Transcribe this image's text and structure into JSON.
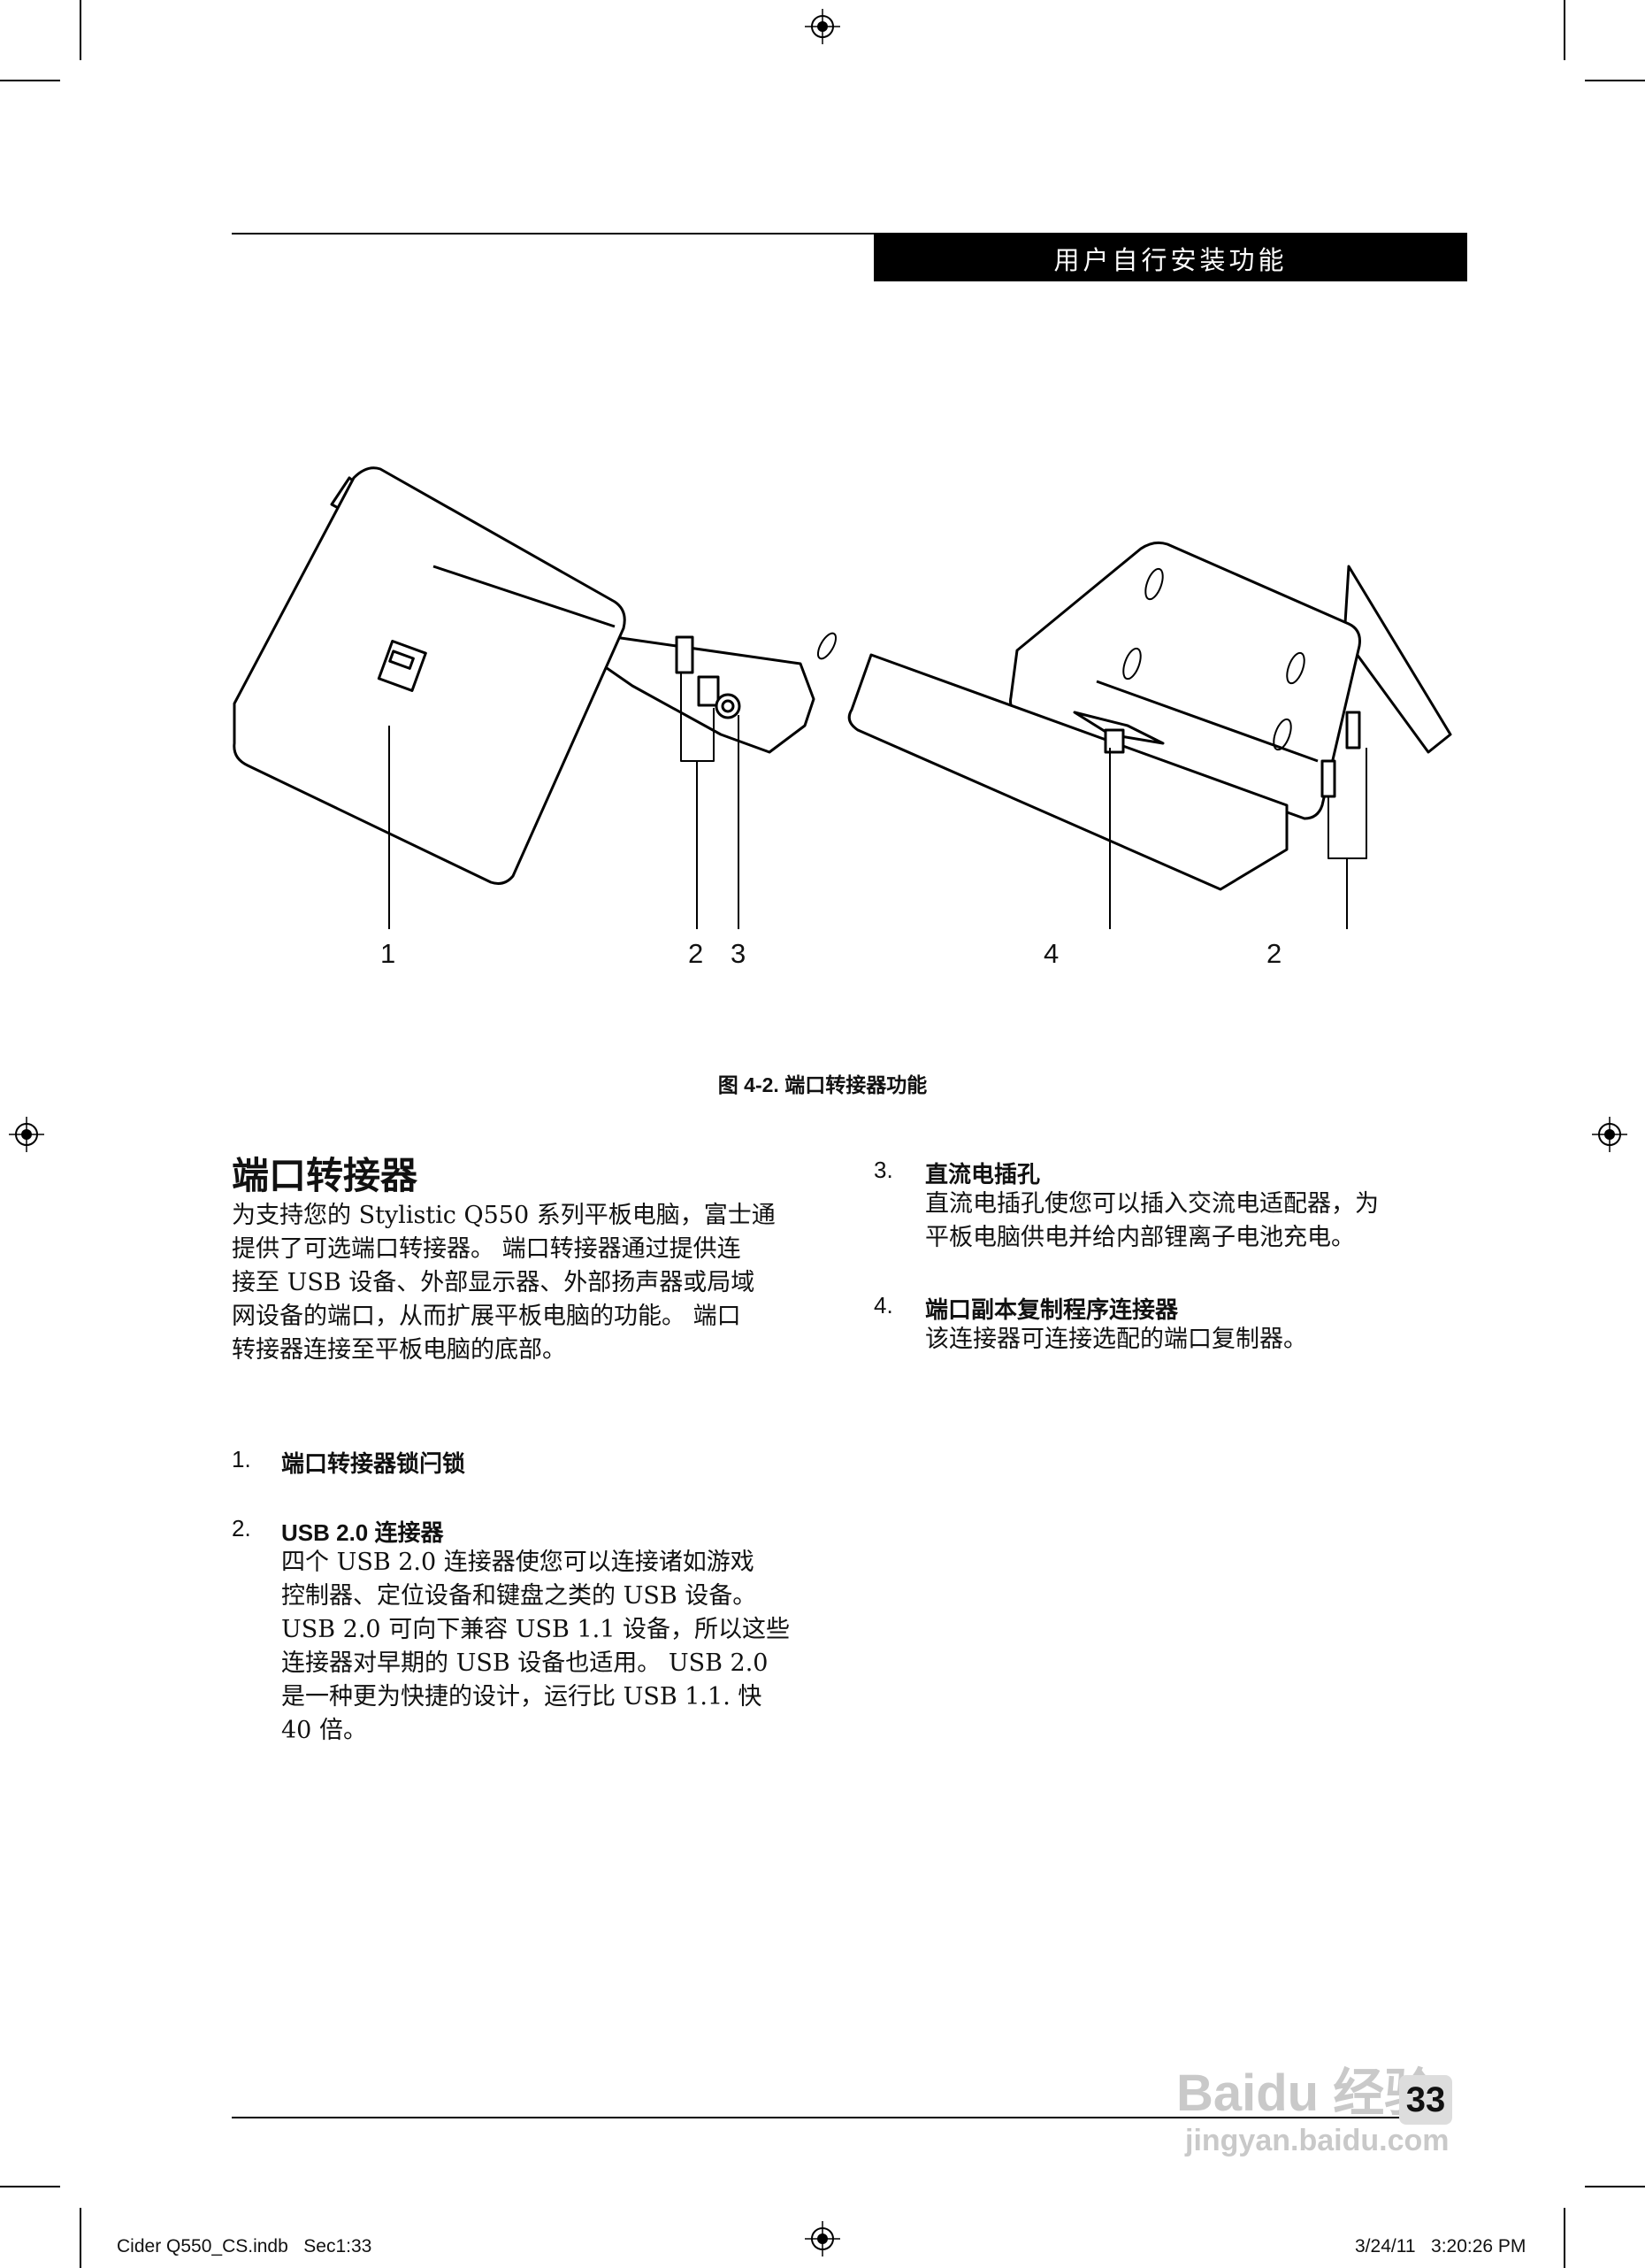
{
  "header": {
    "section_title": "用户自行安装功能"
  },
  "figure": {
    "callouts_left": [
      "1",
      "2",
      "3"
    ],
    "callouts_right": [
      "4",
      "2"
    ],
    "caption": "图 4-2. 端口转接器功能"
  },
  "main": {
    "heading": "端口转接器",
    "intro_lines": [
      "为支持您的 Stylistic Q550 系列平板电脑，富士通",
      "提供了可选端口转接器。 端口转接器通过提供连",
      "接至 USB 设备、外部显示器、外部扬声器或局域",
      "网设备的端口，从而扩展平板电脑的功能。 端口",
      "转接器连接至平板电脑的底部。"
    ],
    "items": [
      {
        "num": "1.",
        "title": "端口转接器锁闩锁",
        "body_lines": []
      },
      {
        "num": "2.",
        "title": "USB 2.0 连接器",
        "body_lines": [
          "四个 USB 2.0 连接器使您可以连接诸如游戏",
          "控制器、定位设备和键盘之类的 USB 设备。",
          "USB 2.0 可向下兼容 USB 1.1 设备，所以这些",
          "连接器对早期的 USB 设备也适用。 USB 2.0",
          "是一种更为快捷的设计，运行比 USB 1.1. 快",
          "40 倍。"
        ]
      },
      {
        "num": "3.",
        "title": "直流电插孔",
        "body_lines": [
          "直流电插孔使您可以插入交流电适配器，为",
          "平板电脑供电并给内部锂离子电池充电。"
        ]
      },
      {
        "num": "4.",
        "title": "端口副本复制程序连接器",
        "body_lines": [
          "该连接器可连接选配的端口复制器。"
        ]
      }
    ]
  },
  "footer": {
    "page_number": "33",
    "file_slug": "Cider Q550_CS.indb   Sec1:33",
    "timestamp": "3/24/11   3:20:26 PM",
    "watermark_top": "Baidu 经验",
    "watermark_bottom": "jingyan.baidu.com"
  }
}
